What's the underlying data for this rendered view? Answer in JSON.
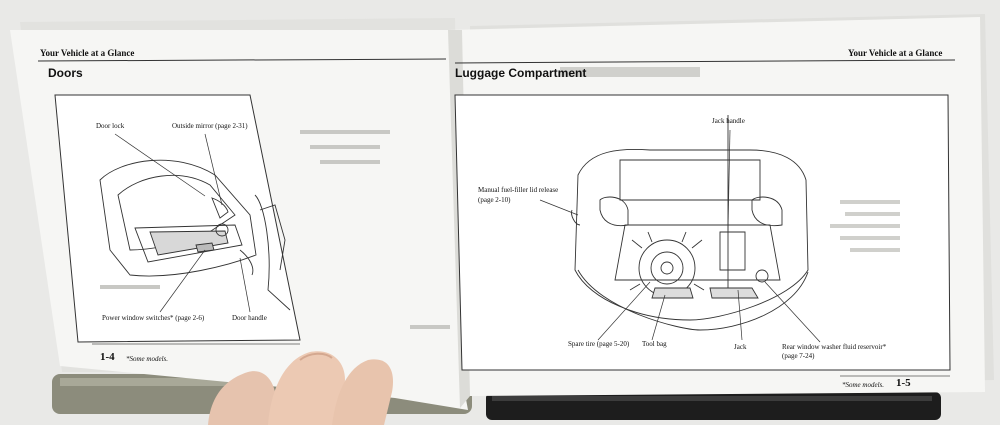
{
  "left_page": {
    "header": "Your Vehicle at a Glance",
    "section_title": "Doors",
    "labels": {
      "door_lock": "Door lock",
      "outside_mirror": "Outside mirror (page 2-31)",
      "power_window": "Power window switches* (page 2-6)",
      "door_handle": "Door handle"
    },
    "page_number": "1-4",
    "footnote": "*Some models."
  },
  "right_page": {
    "header": "Your Vehicle at a Glance",
    "section_title": "Luggage Compartment",
    "labels": {
      "jack_handle": "Jack handle",
      "fuel_filler_1": "Manual fuel-filler lid release",
      "fuel_filler_2": "(page 2-10)",
      "spare_tire": "Spare tire (page 5-20)",
      "tool_bag": "Tool bag",
      "jack": "Jack",
      "washer_1": "Rear window washer fluid reservoir*",
      "washer_2": "(page 7-24)"
    },
    "footnote": "*Some models.",
    "page_number": "1-5"
  },
  "colors": {
    "paper": "#f6f6f4",
    "ink": "#111111",
    "background": "#e9e9e7"
  }
}
